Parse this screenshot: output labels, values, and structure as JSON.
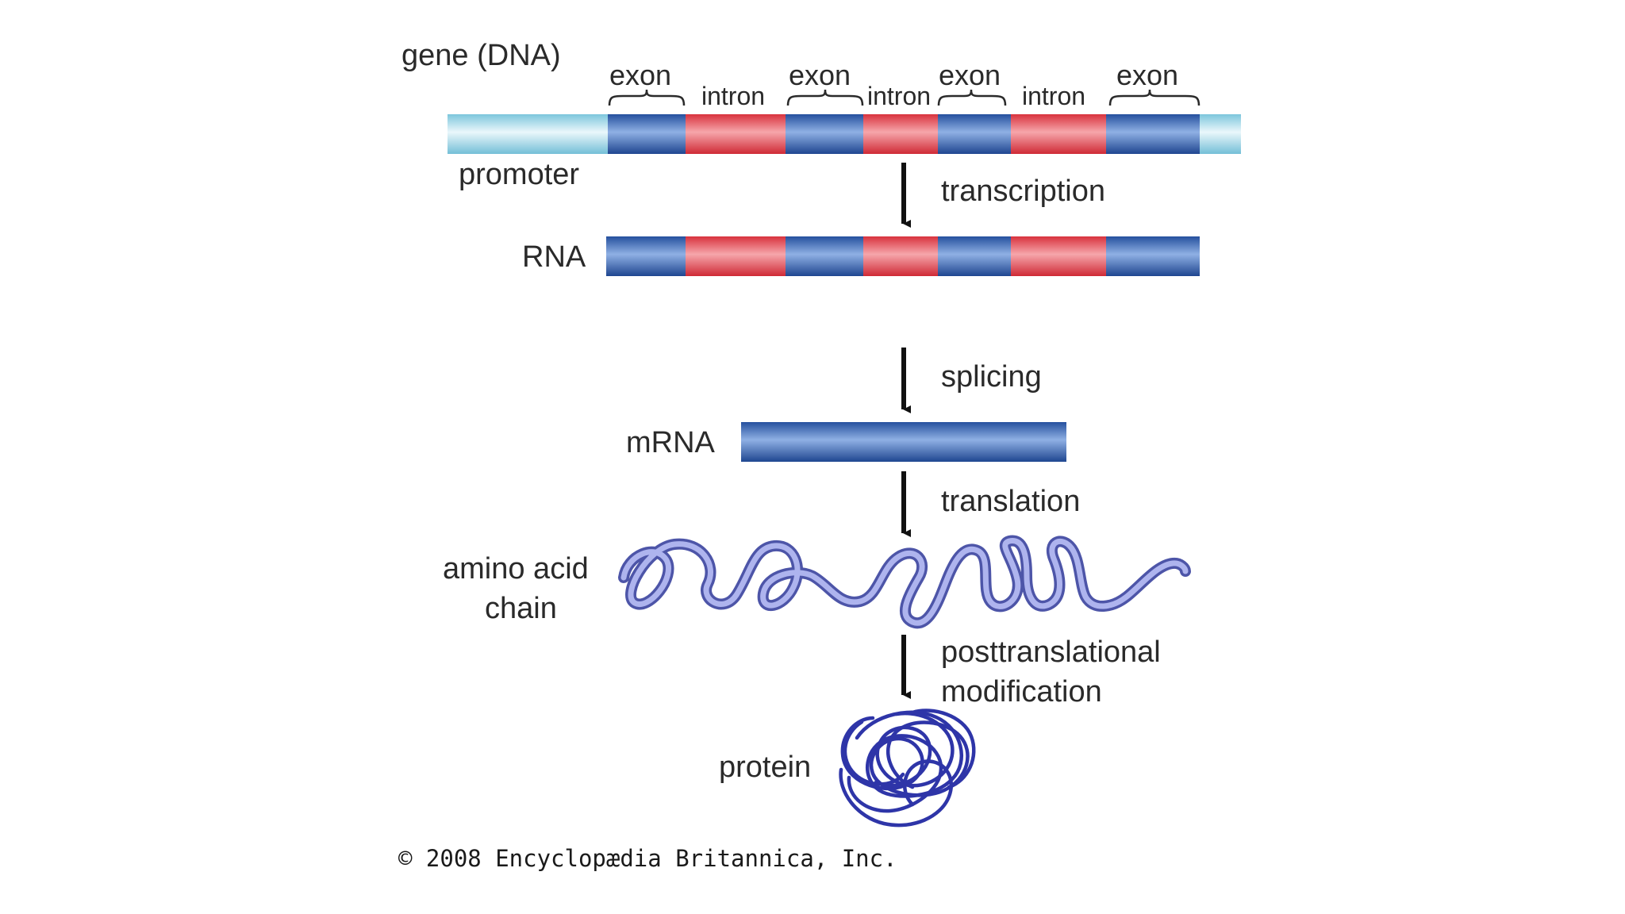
{
  "diagram": {
    "gene_label": "gene (DNA)",
    "exon_label": "exon",
    "intron_label": "intron",
    "promoter_label": "promoter",
    "rna_label": "RNA",
    "mrna_label": "mRNA",
    "amino_label_line1": "amino acid",
    "amino_label_line2": "chain",
    "protein_label": "protein",
    "steps": {
      "transcription": "transcription",
      "splicing": "splicing",
      "translation": "translation",
      "ptm_line1": "posttranslational",
      "ptm_line2": "modification"
    },
    "dna_segments": [
      "promoter",
      "exon",
      "intron",
      "exon",
      "intron",
      "exon",
      "intron",
      "exon",
      "promoter"
    ],
    "rna_segments": [
      "exon",
      "intron",
      "exon",
      "intron",
      "exon",
      "intron",
      "exon"
    ],
    "colors": {
      "exon": "#2f5fae",
      "intron": "#e2444f",
      "promoter": "#9fd6e6",
      "chain": "#7f86d6",
      "protein": "#2e35a8",
      "arrow": "#111111"
    }
  },
  "credit": "© 2008 Encyclopædia Britannica, Inc."
}
